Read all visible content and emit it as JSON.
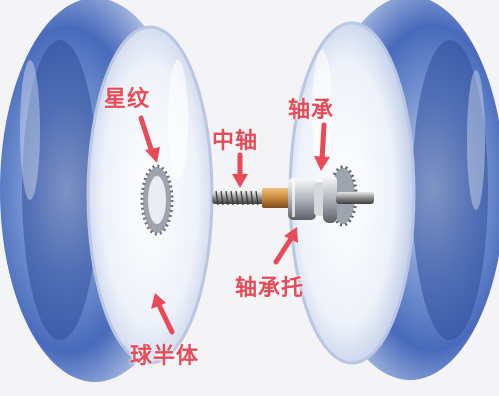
{
  "labels": {
    "star_pattern": "星纹",
    "axle": "中轴",
    "bearing": "轴承",
    "bearing_holder": "轴承托",
    "ball_half": "球半体"
  },
  "colors": {
    "label": "#e84a57",
    "arrow": "#e84a57",
    "background": "#f4f4f6",
    "shell_blue": "#3f63b8",
    "axle_brass": "#c98a3c"
  }
}
